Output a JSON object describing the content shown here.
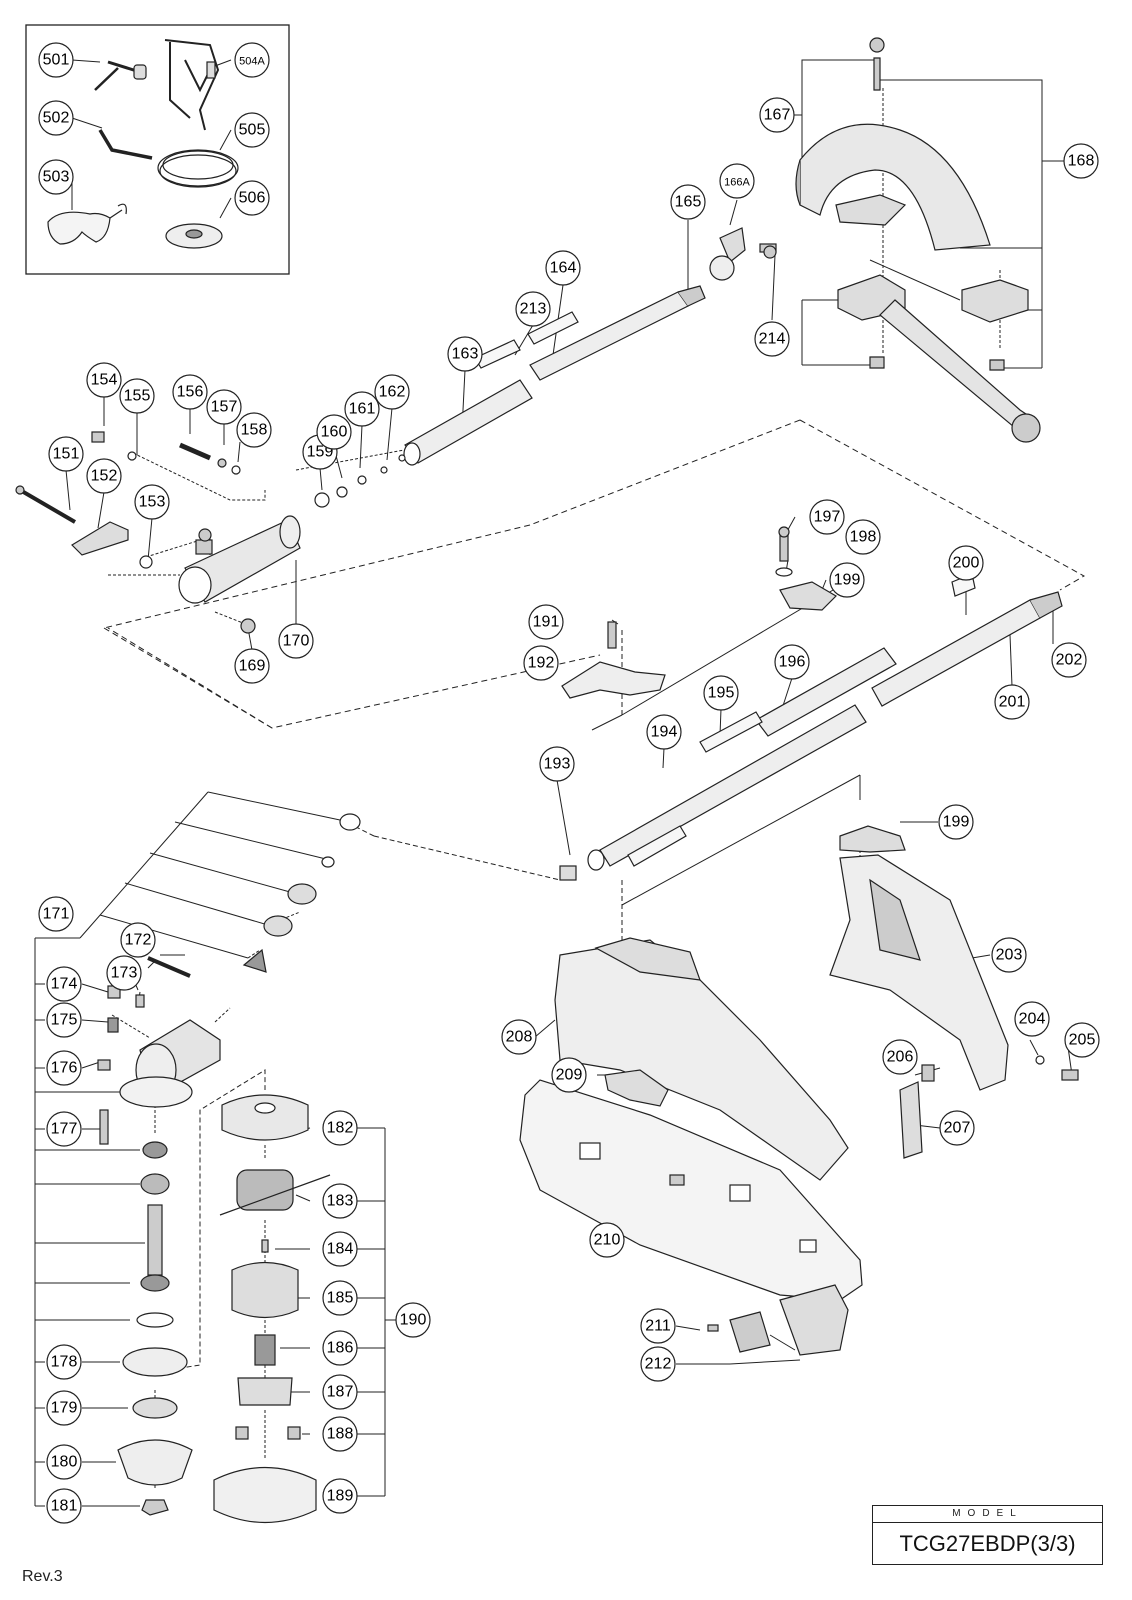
{
  "diagram": {
    "callouts": [
      "501",
      "504A",
      "502",
      "505",
      "503",
      "506",
      "167",
      "168",
      "166A",
      "165",
      "164",
      "213",
      "163",
      "214",
      "154",
      "155",
      "156",
      "157",
      "158",
      "159",
      "160",
      "161",
      "162",
      "151",
      "152",
      "153",
      "170",
      "169",
      "197",
      "198",
      "199",
      "200",
      "191",
      "192",
      "196",
      "195",
      "194",
      "193",
      "201",
      "202",
      "171",
      "172",
      "173",
      "174",
      "175",
      "176",
      "177",
      "178",
      "179",
      "180",
      "181",
      "182",
      "183",
      "184",
      "185",
      "186",
      "187",
      "188",
      "189",
      "190",
      "203",
      "204",
      "205",
      "206",
      "207",
      "208",
      "209",
      "210",
      "211",
      "212"
    ]
  },
  "model": {
    "label": "MODEL",
    "value": "TCG27EBDP(3/3)"
  },
  "revision": "Rev.3"
}
